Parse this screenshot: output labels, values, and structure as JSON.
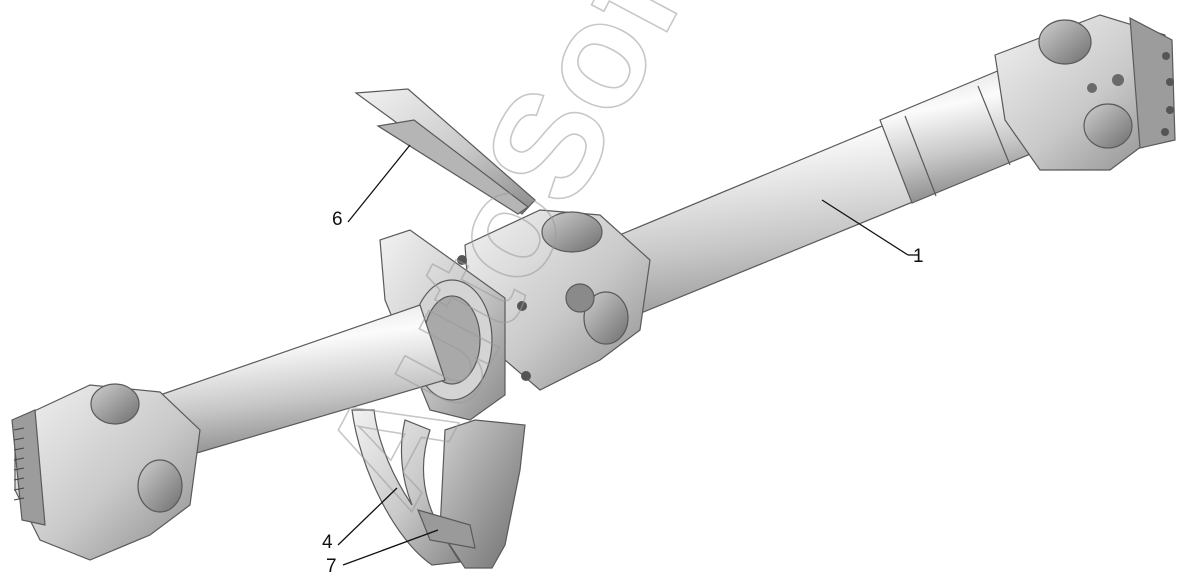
{
  "diagram": {
    "callouts": [
      {
        "id": "1",
        "label": "1"
      },
      {
        "id": "4",
        "label": "4"
      },
      {
        "id": "6",
        "label": "6"
      },
      {
        "id": "7",
        "label": "7"
      }
    ],
    "watermark": "AutoSoft",
    "colors": {
      "metal_light": "#e8e8e8",
      "metal_mid": "#bdbdbd",
      "metal_dark": "#7d7d7d",
      "line": "#111111"
    }
  }
}
